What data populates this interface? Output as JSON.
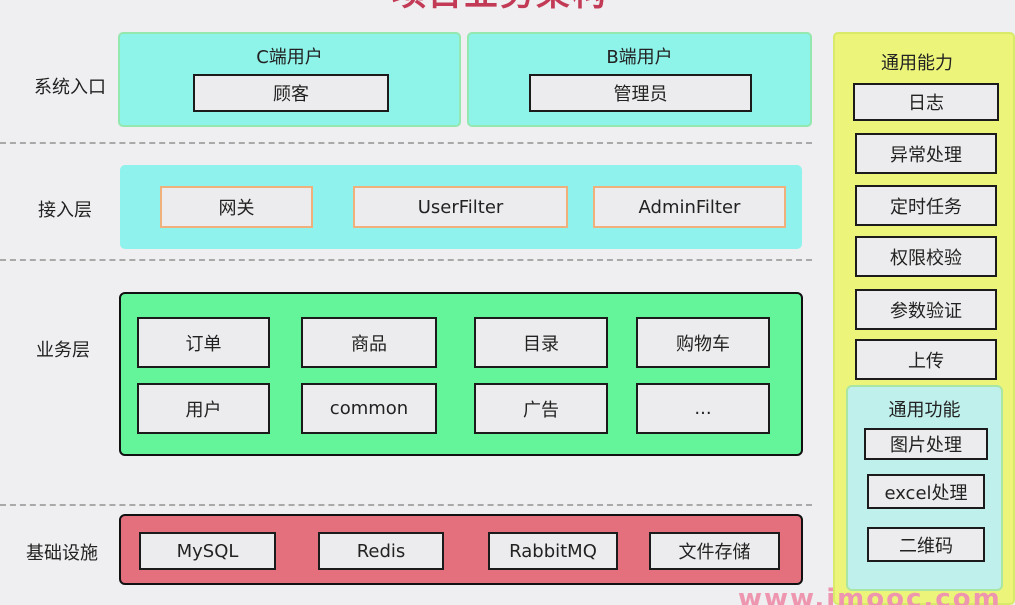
{
  "title": "项目业务架构",
  "rows": {
    "entry": "系统入口",
    "access": "接入层",
    "business": "业务层",
    "infra": "基础设施"
  },
  "entry": {
    "c_group": "C端用户",
    "c_item": "顾客",
    "b_group": "B端用户",
    "b_item": "管理员"
  },
  "access": {
    "items": [
      "网关",
      "UserFilter",
      "AdminFilter"
    ]
  },
  "business": {
    "items": [
      "订单",
      "商品",
      "目录",
      "购物车",
      "用户",
      "common",
      "广告",
      "..."
    ]
  },
  "infra": {
    "items": [
      "MySQL",
      "Redis",
      "RabbitMQ",
      "文件存储"
    ]
  },
  "capabilities": {
    "title": "通用能力",
    "items": [
      "日志",
      "异常处理",
      "定时任务",
      "权限校验",
      "参数验证",
      "上传"
    ]
  },
  "functions": {
    "title": "通用功能",
    "items": [
      "图片处理",
      "excel处理",
      "二维码"
    ]
  },
  "watermark": "www.imooc.com",
  "colors": {
    "entry_panel": "#8ef3e9",
    "access_panel": "#8ff2ec",
    "business_panel": "#64f59b",
    "infra_panel": "#e4707e",
    "capability_panel": "#ecf57a",
    "function_panel": "#bff0eb",
    "title": "#c23a55"
  }
}
